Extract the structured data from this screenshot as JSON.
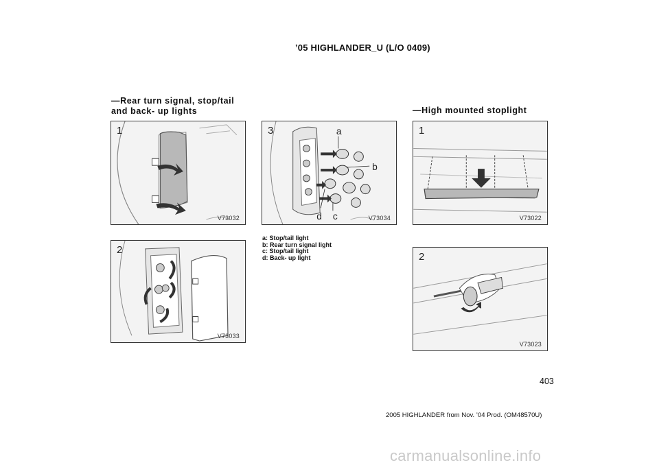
{
  "header": "’05 HIGHLANDER_U (L/O 0409)",
  "sections": {
    "rear": [
      "—Rear turn signal, stop/tail",
      "and back- up lights"
    ],
    "high": "—High mounted stoplight"
  },
  "figures": [
    {
      "number": "1",
      "code": "V73032"
    },
    {
      "number": "2",
      "code": "V73033"
    },
    {
      "number": "3",
      "code": "V73034",
      "labels": [
        "a",
        "b",
        "c",
        "d"
      ]
    },
    {
      "number": "1",
      "code": "V73022"
    },
    {
      "number": "2",
      "code": "V73023"
    }
  ],
  "legend": [
    "a: Stop/tail light",
    "b: Rear turn signal light",
    "c: Stop/tail light",
    "d: Back- up light"
  ],
  "page_number": "403",
  "footer": "2005 HIGHLANDER from Nov. ’04 Prod. (OM48570U)",
  "watermark": "carmanualsonline.info",
  "colors": {
    "illustration_bg": "#f3f3f3",
    "arrow": "#333333",
    "lens": "#b8b8b8"
  },
  "icons": [
    "removal-arrow-icon",
    "rotate-arrow-icon",
    "down-arrow-icon"
  ]
}
